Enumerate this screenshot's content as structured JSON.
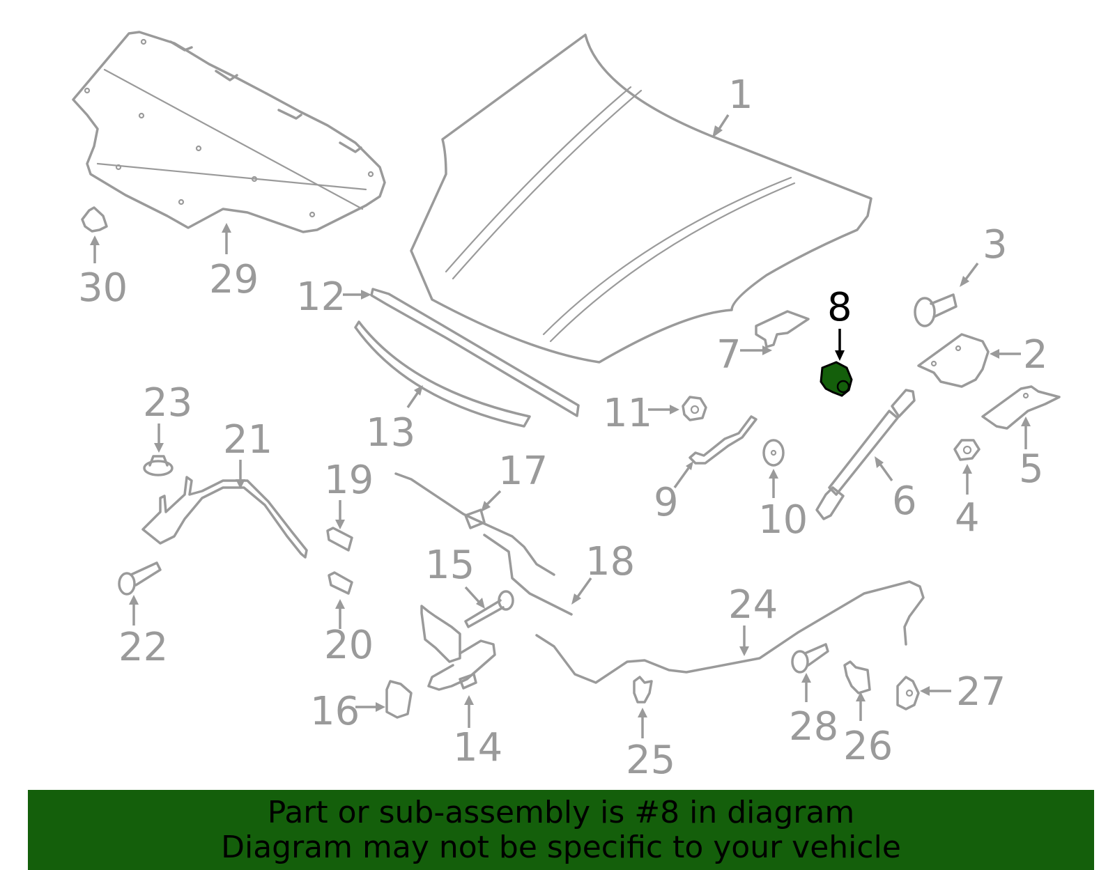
{
  "highlight": {
    "part_number": "8",
    "color": "#145f0b"
  },
  "callouts": {
    "c1": "1",
    "c2": "2",
    "c3": "3",
    "c4": "4",
    "c5": "5",
    "c6": "6",
    "c7": "7",
    "c8": "8",
    "c9": "9",
    "c10": "10",
    "c11": "11",
    "c12": "12",
    "c13": "13",
    "c14": "14",
    "c15": "15",
    "c16": "16",
    "c17": "17",
    "c18": "18",
    "c19": "19",
    "c20": "20",
    "c21": "21",
    "c22": "22",
    "c23": "23",
    "c24": "24",
    "c25": "25",
    "c26": "26",
    "c27": "27",
    "c28": "28",
    "c29": "29",
    "c30": "30"
  },
  "banner": {
    "line1": "Part or sub-assembly is #8 in diagram",
    "line2": "Diagram may not be specific to your vehicle"
  }
}
